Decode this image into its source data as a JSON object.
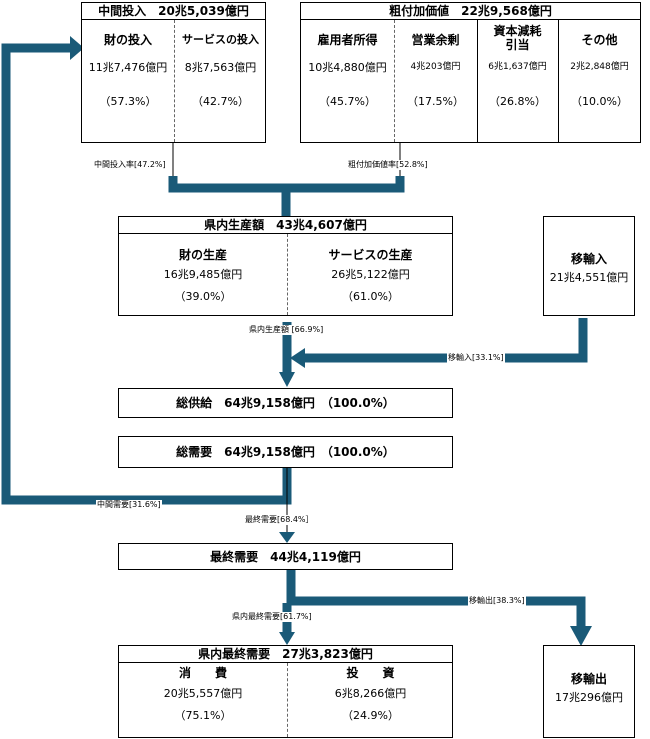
{
  "intermediate_input": {
    "title": "中間投入　20兆5,039億円",
    "goods": {
      "label": "財の投入",
      "value": "11兆7,476億円",
      "share": "（57.3%）"
    },
    "services": {
      "label": "サービスの投入",
      "value": "8兆7,563億円",
      "share": "（42.7%）"
    }
  },
  "gross_value_added": {
    "title": "粗付加価値　22兆9,568億円",
    "employee": {
      "label": "雇用者所得",
      "value": "10兆4,880億円",
      "share": "（45.7%）"
    },
    "operating": {
      "label": "営業余剰",
      "value": "4兆203億円",
      "share": "（17.5%）"
    },
    "depreciation": {
      "label1": "資本減耗",
      "label2": "引当",
      "value": "6兆1,637億円",
      "share": "（26.8%）"
    },
    "other": {
      "label": "その他",
      "value": "2兆2,848億円",
      "share": "（10.0%）"
    }
  },
  "domestic_production": {
    "title": "県内生産額　43兆4,607億円",
    "goods": {
      "label": "財の生産",
      "value": "16兆9,485億円",
      "share": "（39.0%）"
    },
    "services": {
      "label": "サービスの生産",
      "value": "26兆5,122億円",
      "share": "（61.0%）"
    }
  },
  "imports": {
    "label": "移輸入",
    "value": "21兆4,551億円"
  },
  "total_supply": "総供給　64兆9,158億円　（100.0%）",
  "total_demand": "総需要　64兆9,158億円　（100.0%）",
  "final_demand": "最終需要　44兆4,119億円",
  "domestic_final_demand": {
    "title": "県内最終需要　27兆3,823億円",
    "consumption": {
      "label": "消　　費",
      "value": "20兆5,557億円",
      "share": "（75.1%）"
    },
    "investment": {
      "label": "投　　資",
      "value": "6兆8,266億円",
      "share": "（24.9%）"
    }
  },
  "exports": {
    "label": "移輸出",
    "value": "17兆296億円"
  },
  "flow_labels": {
    "intermediate_input_rate": "中間投入率[47.2%]",
    "value_added_rate": "粗付加価値率[52.8%]",
    "domestic_production_rate": "県内生産額 [66.9%]",
    "imports_rate": "移輸入[33.1%]",
    "intermediate_demand": "中間需要[31.6%]",
    "final_demand_rate": "最終需要[68.4%］",
    "exports_rate": "移輸出[38.3%]",
    "domestic_final_demand_rate": "県内最終需要[61.7%]"
  },
  "colors": {
    "arrow": "#1a5a78",
    "border": "#000000",
    "dash": "#666666"
  }
}
